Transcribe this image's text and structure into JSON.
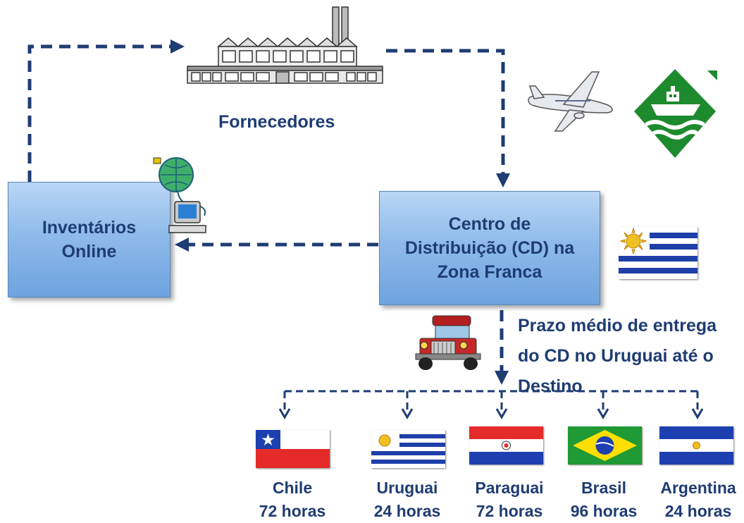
{
  "nodes": {
    "suppliers": "Fornecedores",
    "inventory": [
      "Inventários",
      "Online"
    ],
    "distribution_center": [
      "Centro de",
      "Distribuição (CD)  na",
      "Zona Franca"
    ]
  },
  "delivery_note": [
    "Prazo médio de entrega",
    "do CD no Uruguai até o",
    "Destino"
  ],
  "destinations": [
    {
      "country": "Chile",
      "time": "72 horas",
      "flag": "chile-flag"
    },
    {
      "country": "Uruguai",
      "time": "24 horas",
      "flag": "uruguay-flag"
    },
    {
      "country": "Paraguai",
      "time": "72 horas",
      "flag": "paraguay-flag"
    },
    {
      "country": "Brasil",
      "time": "96 horas",
      "flag": "brazil-flag"
    },
    {
      "country": "Argentina",
      "time": "24 horas",
      "flag": "argentina-flag"
    }
  ],
  "icons": [
    "factory-icon",
    "airplane-icon",
    "ship-icon",
    "computer-globe-icon",
    "truck-icon",
    "uruguay-flag"
  ],
  "colors": {
    "arrow": "#1f3c73",
    "text": "#1f3c73",
    "box_fill": "#8fbbea",
    "ship_green": "#1e8a2e"
  }
}
